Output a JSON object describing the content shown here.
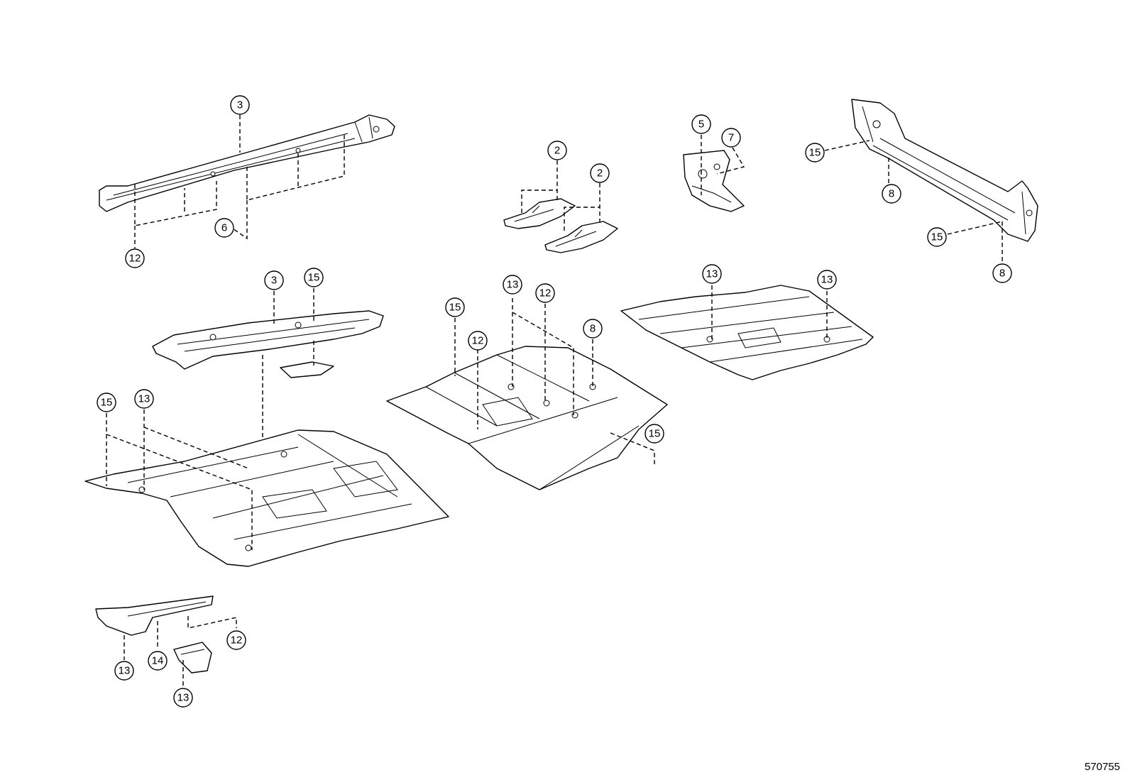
{
  "diagram_id": "570755",
  "callouts": [
    "2",
    "2",
    "3",
    "3",
    "5",
    "6",
    "7",
    "8",
    "8",
    "8",
    "12",
    "12",
    "12",
    "12",
    "13",
    "13",
    "13",
    "13",
    "13",
    "13",
    "14",
    "15",
    "15",
    "15",
    "15",
    "15",
    "15"
  ]
}
